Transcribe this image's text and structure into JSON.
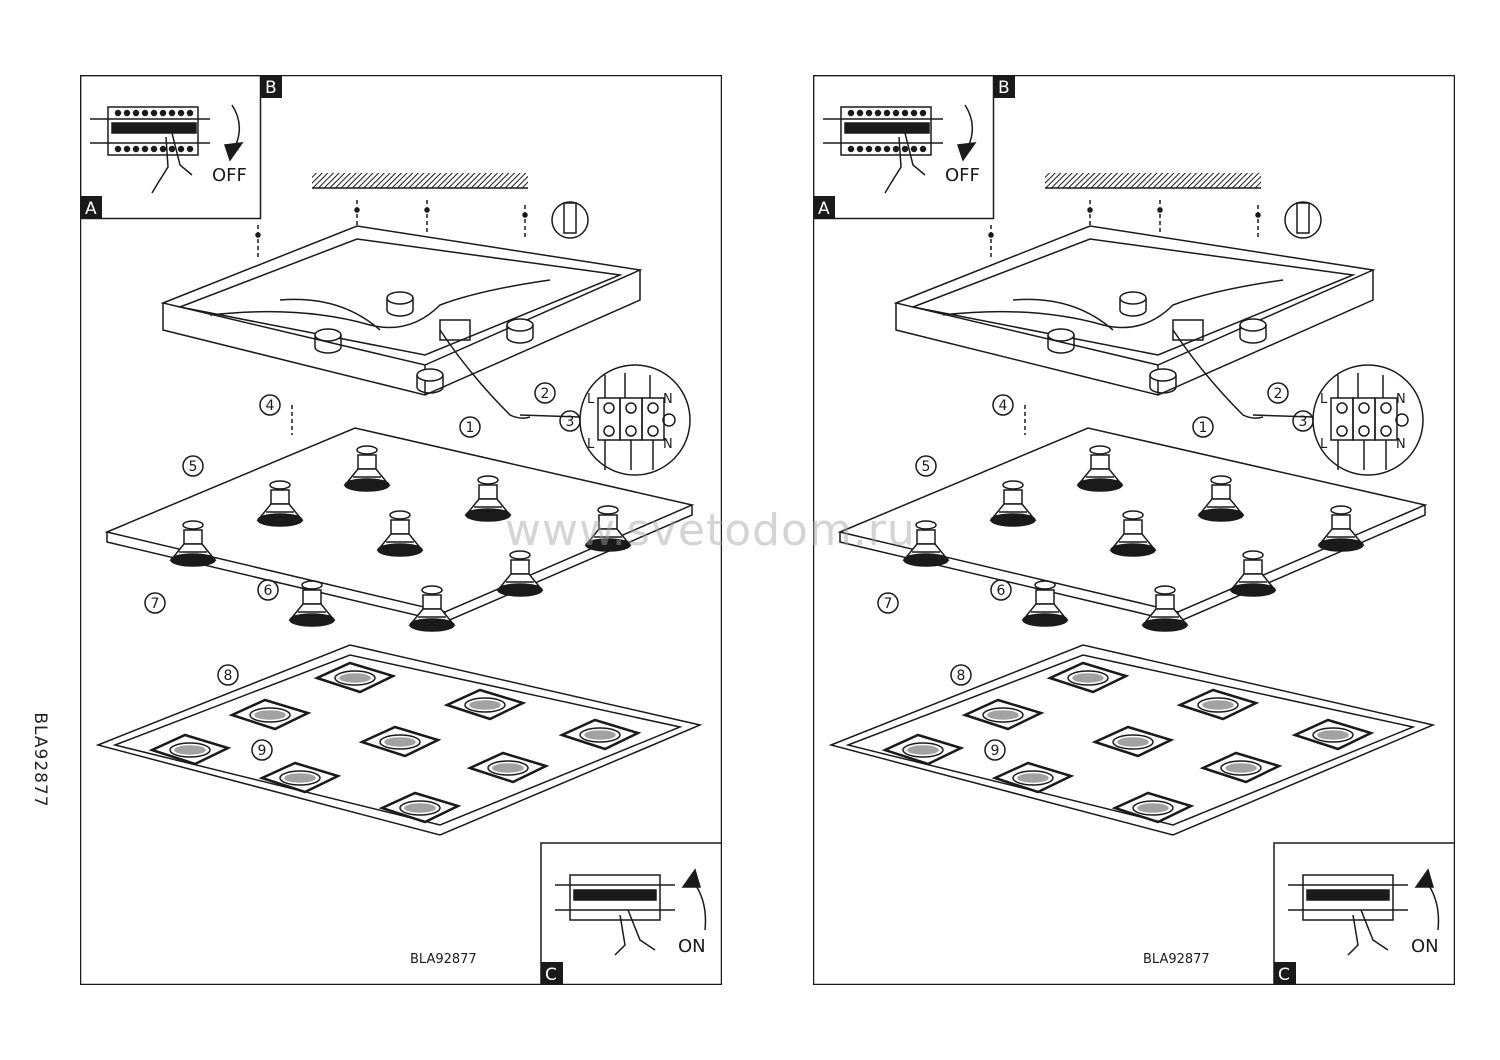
{
  "side_code": "BLA92877",
  "watermark": "www.svetodom.ru",
  "panels": [
    {
      "labels": {
        "a": "A",
        "b": "B",
        "c": "C"
      },
      "off_text": "OFF",
      "on_text": "ON",
      "product_code": "BLA92877",
      "steps": [
        "1",
        "2",
        "3",
        "4",
        "5",
        "6",
        "7",
        "8",
        "9"
      ],
      "terminal": {
        "l": "L",
        "n": "N"
      }
    },
    {
      "labels": {
        "a": "A",
        "b": "B",
        "c": "C"
      },
      "off_text": "OFF",
      "on_text": "ON",
      "product_code": "BLA92877",
      "steps": [
        "1",
        "2",
        "3",
        "4",
        "5",
        "6",
        "7",
        "8",
        "9"
      ],
      "terminal": {
        "l": "L",
        "n": "N"
      }
    }
  ],
  "colors": {
    "line": "#1a1a1a",
    "label_bg": "#1a1a1a"
  }
}
